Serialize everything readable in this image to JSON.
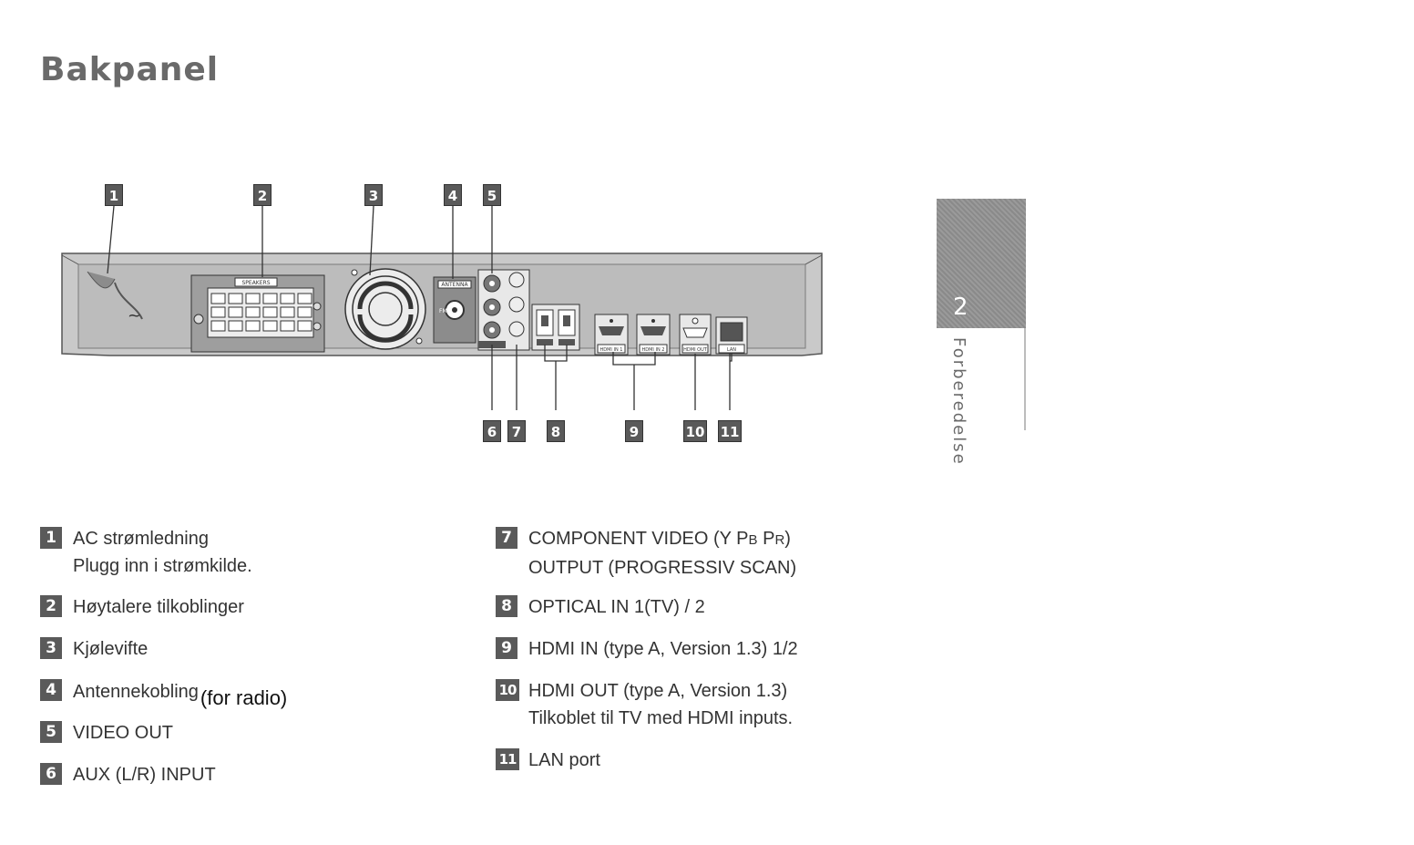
{
  "page_title": "Bakpanel",
  "side_tab": {
    "number": "2",
    "label": "Forberedelse"
  },
  "diagram": {
    "callouts_top": [
      "1",
      "2",
      "3",
      "4",
      "5"
    ],
    "callouts_bottom": [
      "6",
      "7",
      "8",
      "9",
      "10",
      "11"
    ],
    "panel_labels": {
      "speakers": "SPEAKERS",
      "antenna": "ANTENNA",
      "fm": "FM",
      "hdmi_in_1": "HDMI IN 1",
      "hdmi_in_2": "HDMI IN 2",
      "hdmi_out": "HDMI OUT",
      "lan": "LAN"
    }
  },
  "legend": {
    "left": [
      {
        "num": "1",
        "line1": "AC strømledning",
        "line2": "Plugg inn i strømkilde."
      },
      {
        "num": "2",
        "line1": "Høytalere tilkoblinger"
      },
      {
        "num": "3",
        "line1": "Kjølevifte"
      },
      {
        "num": "4",
        "line1": "Antennekobling",
        "note": "(for radio)"
      },
      {
        "num": "5",
        "line1": "VIDEO OUT"
      },
      {
        "num": "6",
        "line1": "AUX (L/R) INPUT"
      }
    ],
    "right": [
      {
        "num": "7",
        "line1a": "COMPONENT VIDEO (Y P",
        "sub1": "B",
        "line1b": " P",
        "sub2": "R",
        "line1c": ")",
        "line2": "OUTPUT (PROGRESSIV SCAN)"
      },
      {
        "num": "8",
        "line1": "OPTICAL IN 1(TV) / 2"
      },
      {
        "num": "9",
        "line1": "HDMI IN (type A, Version 1.3) 1/2"
      },
      {
        "num": "10",
        "line1": "HDMI OUT (type A, Version 1.3)",
        "line2": "Tilkoblet til TV med HDMI inputs."
      },
      {
        "num": "11",
        "line1": "LAN port"
      }
    ]
  }
}
